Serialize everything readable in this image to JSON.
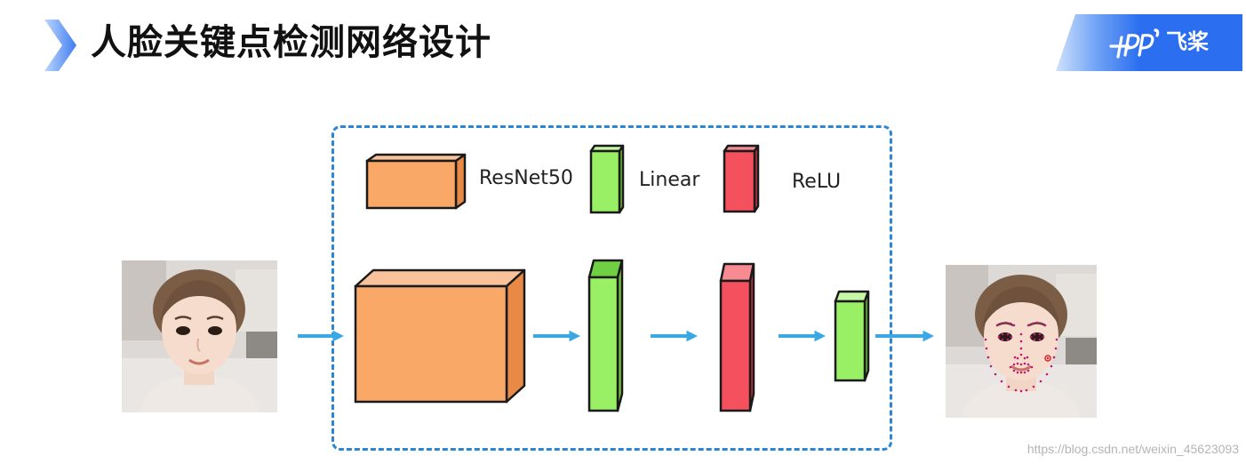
{
  "title": "人脸关键点检测网络设计",
  "logo": {
    "text": "飞桨",
    "accent_color": "#2b6ff0"
  },
  "legend": [
    {
      "label": "ResNet50",
      "color": "#f9a868"
    },
    {
      "label": "Linear",
      "color": "#99f065"
    },
    {
      "label": "ReLU",
      "color": "#f4505e"
    }
  ],
  "network": {
    "input": "face-photo",
    "layers": [
      "ResNet50",
      "Linear",
      "ReLU",
      "Linear"
    ],
    "output": "face-photo-with-keypoints"
  },
  "colors": {
    "arrow": "#3ba8e6",
    "dashed_border": "#2c86d3",
    "outline": "#1a1a1a"
  },
  "watermark": "https://blog.csdn.net/weixin_45623093"
}
